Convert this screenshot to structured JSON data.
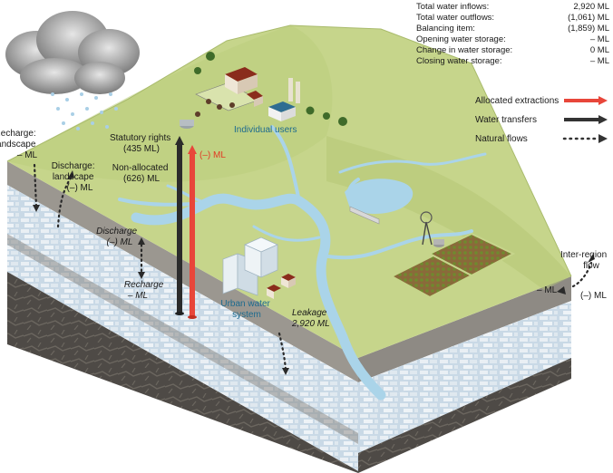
{
  "summary": {
    "rows": [
      {
        "label": "Total water inflows:",
        "value": "2,920 ML"
      },
      {
        "label": "Total water outflows:",
        "value": "(1,061) ML"
      },
      {
        "label": "Balancing item:",
        "value": "(1,859) ML"
      },
      {
        "label": "Opening water storage:",
        "value": "– ML"
      },
      {
        "label": "Change in water storage:",
        "value": "0 ML"
      },
      {
        "label": "Closing water storage:",
        "value": "– ML"
      }
    ]
  },
  "legend": {
    "allocated": "Allocated extractions",
    "transfers": "Water transfers",
    "natural": "Natural flows",
    "colors": {
      "allocated": "#e8463a",
      "transfers": "#333333",
      "natural": "#333333"
    }
  },
  "labels": {
    "recharge_landscape": [
      "Recharge:",
      "landscape",
      "– ML"
    ],
    "discharge_landscape": [
      "Discharge:",
      "landscape",
      "(–) ML"
    ],
    "statutory": [
      "Statutory rights",
      "(435 ML)"
    ],
    "non_allocated": [
      "Non-allocated",
      "(626) ML"
    ],
    "red_value": "(–) ML",
    "individual_users": "Individual users",
    "discharge": [
      "Discharge",
      "(–) ML"
    ],
    "recharge": [
      "Recharge",
      "– ML"
    ],
    "urban": [
      "Urban water",
      "system"
    ],
    "leakage": [
      "Leakage",
      "2,920 ML"
    ],
    "inter_region": [
      "Inter-region",
      "flow"
    ],
    "inter_left": "– ML",
    "inter_right": "(–) ML"
  },
  "colors": {
    "land": "#c5d48a",
    "land_dark": "#b3c677",
    "river": "#a9d3e8",
    "aquifer": "#c3d6e4",
    "bedrock": "#5a5550",
    "soil": "#8e8a84"
  }
}
